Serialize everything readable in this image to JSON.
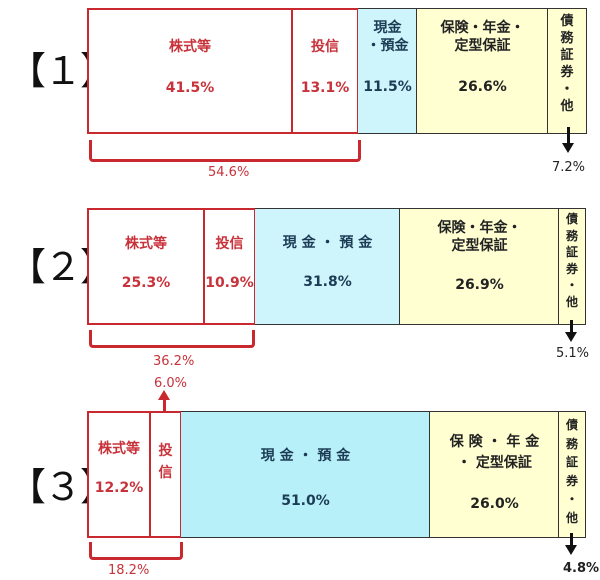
{
  "chart_data": {
    "type": "bar",
    "orientation": "horizontal-stacked-100%",
    "title": "",
    "categories": [
      "株式等",
      "投信",
      "現金・預金",
      "保険・年金・定型保証",
      "債務証券・他"
    ],
    "series": [
      {
        "name": "【1】",
        "values": [
          41.5,
          13.1,
          11.5,
          26.6,
          7.2
        ],
        "risk_assets_total": 54.6
      },
      {
        "name": "【2】",
        "values": [
          25.3,
          10.9,
          31.8,
          26.9,
          5.1
        ],
        "risk_assets_total": 36.2
      },
      {
        "name": "【3】",
        "values": [
          12.2,
          6.0,
          51.0,
          26.0,
          4.8
        ],
        "risk_assets_total": 18.2
      }
    ],
    "colors": {
      "risk_assets_border": "#c8282e",
      "cash": "#cdf5fb",
      "insurance": "#ffffd2",
      "bonds": "#ffffd2"
    },
    "grid": false,
    "legend": "none",
    "xlabel": "",
    "ylabel": ""
  },
  "panels": [
    {
      "label": "【１】",
      "stocks": {
        "name": "株式等",
        "value": "41.5%"
      },
      "trusts": {
        "name": "投信",
        "value": "13.1%"
      },
      "cash": {
        "name": "現金\n・預金",
        "value": "11.5%"
      },
      "insurance": {
        "name": "保険・年金・\n定型保証",
        "value": "26.6%"
      },
      "bonds": {
        "name": "債\n務\n証\n券\n・\n他",
        "value": "7.2%"
      },
      "risk_total": "54.6%"
    },
    {
      "label": "【２】",
      "stocks": {
        "name": "株式等",
        "value": "25.3%"
      },
      "trusts": {
        "name": "投信",
        "value": "10.9%"
      },
      "cash": {
        "name": "現 金 ・ 預 金",
        "value": "31.8%"
      },
      "insurance": {
        "name": "保険・年金・\n定型保証",
        "value": "26.9%"
      },
      "bonds": {
        "name": "債\n務\n証\n券\n・\n他",
        "value": "5.1%"
      },
      "risk_total": "36.2%"
    },
    {
      "label": "【３】",
      "stocks": {
        "name": "株式等",
        "value": "12.2%"
      },
      "trusts": {
        "name": "投\n信",
        "value": "6.0%"
      },
      "cash": {
        "name": "現 金 ・ 預 金",
        "value": "51.0%"
      },
      "insurance": {
        "name": "保 険 ・ 年 金\n・ 定型保証",
        "value": "26.0%"
      },
      "bonds": {
        "name": "債\n務\n証\n券\n・\n他",
        "value": "4.8%"
      },
      "risk_total": "18.2%"
    }
  ]
}
